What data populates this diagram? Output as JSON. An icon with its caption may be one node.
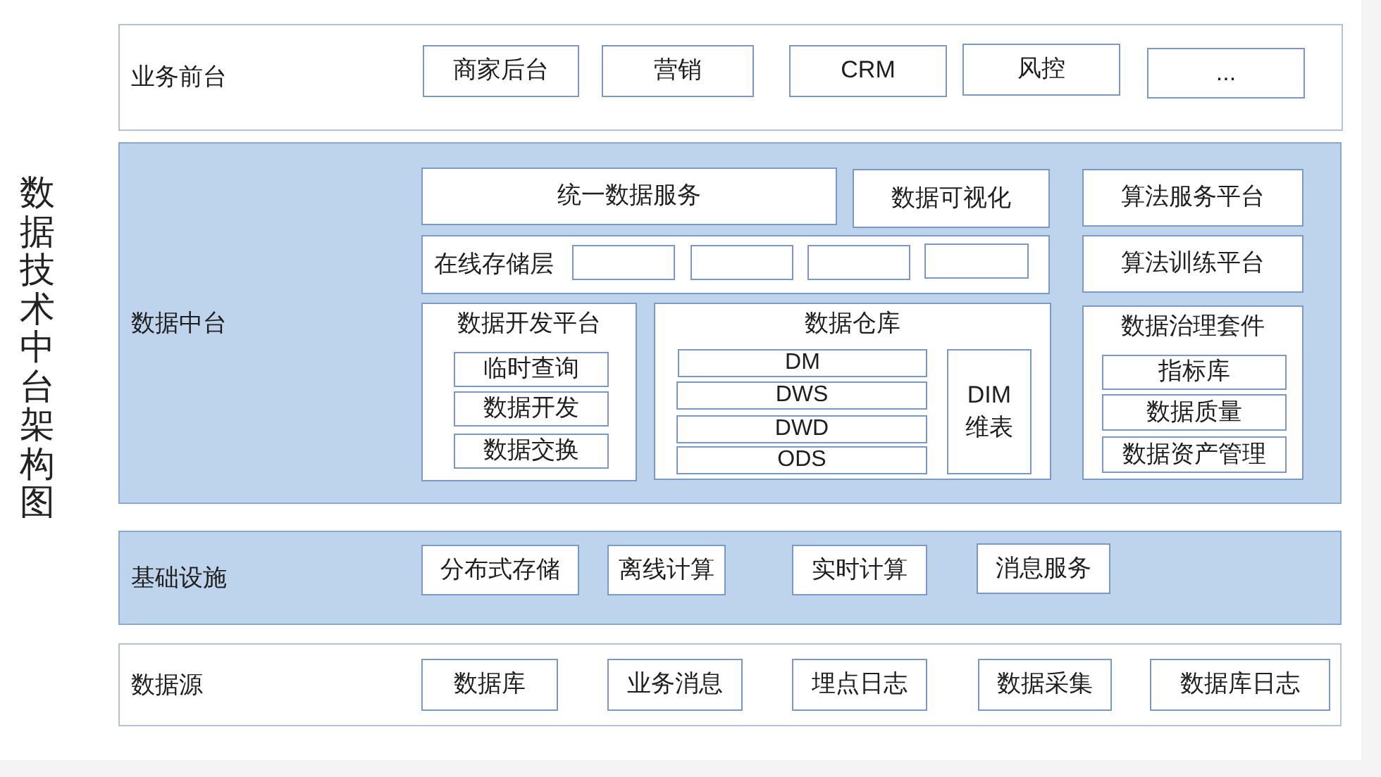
{
  "diagram": {
    "title": "数据技术中台架构图",
    "nodes": [
      {
        "text": [
          "业务前台"
        ]
      },
      {
        "text": [
          "商家后台"
        ],
        "in": 0
      },
      {
        "text": [
          "营销"
        ],
        "in": 0
      },
      {
        "text": [
          "CRM"
        ],
        "in": 0
      },
      {
        "text": [
          "风控"
        ],
        "in": 0
      },
      {
        "text": [
          "..."
        ],
        "in": 0
      },
      {
        "text": [
          "数据中台"
        ]
      },
      {
        "text": [
          "统一数据服务"
        ],
        "in": 6
      },
      {
        "text": [
          "数据可视化"
        ],
        "in": 6
      },
      {
        "text": [
          "算法服务平台"
        ],
        "in": 6
      },
      {
        "text": [
          "在线存储层"
        ],
        "in": 6
      },
      {
        "text": [],
        "shape": "box",
        "in": 10
      },
      {
        "text": [],
        "shape": "box",
        "in": 10
      },
      {
        "text": [],
        "shape": "box",
        "in": 10
      },
      {
        "text": [],
        "shape": "box",
        "in": 10
      },
      {
        "text": [
          "算法训练平台"
        ],
        "in": 6
      },
      {
        "text": [
          "数据开发平台"
        ],
        "in": 6
      },
      {
        "text": [
          "临时查询"
        ],
        "in": 16
      },
      {
        "text": [
          "数据开发"
        ],
        "in": 16
      },
      {
        "text": [
          "数据交换"
        ],
        "in": 16
      },
      {
        "text": [
          "数据仓库"
        ],
        "in": 6
      },
      {
        "text": [
          "DM"
        ],
        "in": 20
      },
      {
        "text": [
          "DWS"
        ],
        "in": 20
      },
      {
        "text": [
          "DWD"
        ],
        "in": 20
      },
      {
        "text": [
          "ODS"
        ],
        "in": 20
      },
      {
        "text": [
          "DIM 维表"
        ],
        "in": 20
      },
      {
        "text": [
          "数据治理套件"
        ],
        "in": 6
      },
      {
        "text": [
          "指标库"
        ],
        "in": 26
      },
      {
        "text": [
          "数据质量"
        ],
        "in": 26
      },
      {
        "text": [
          "数据资产管理"
        ],
        "in": 26
      },
      {
        "text": [
          "基础设施"
        ]
      },
      {
        "text": [
          "分布式存储"
        ],
        "in": 30
      },
      {
        "text": [
          "离线计算"
        ],
        "in": 30
      },
      {
        "text": [
          "实时计算"
        ],
        "in": 30
      },
      {
        "text": [
          "消息服务"
        ],
        "in": 30
      },
      {
        "text": [
          "数据源"
        ]
      },
      {
        "text": [
          "数据库"
        ],
        "in": 35
      },
      {
        "text": [
          "业务消息"
        ],
        "in": 35
      },
      {
        "text": [
          "埋点日志"
        ],
        "in": 35
      },
      {
        "text": [
          "数据采集"
        ],
        "in": 35
      },
      {
        "text": [
          "数据库日志"
        ],
        "in": 35
      }
    ]
  }
}
